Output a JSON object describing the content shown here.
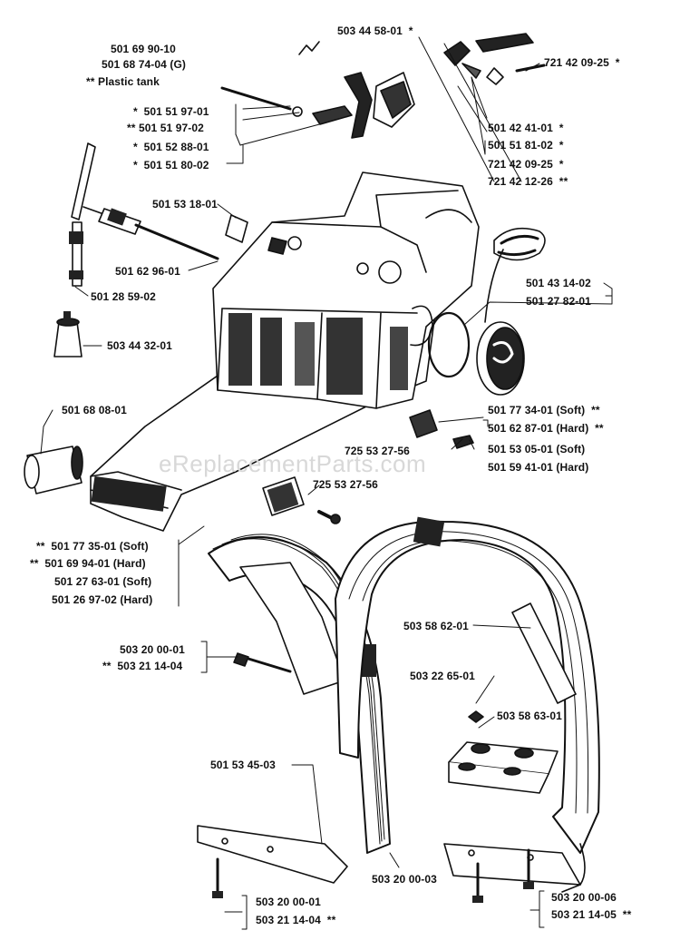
{
  "watermark": "eReplacementParts.com",
  "labels": {
    "l01": "503 44 58-01  *",
    "l02": "501 69 90-10",
    "l03": "501 68 74-04 (G)",
    "l04": "** Plastic tank",
    "l05": "721 42 09-25  *",
    "l06": "*  501 51 97-01",
    "l07": "** 501 51 97-02",
    "l08": "*  501 52 88-01",
    "l09": "*  501 51 80-02",
    "l10": "501 42 41-01  *",
    "l11": "501 51 81-02  *",
    "l12": "721 42 09-25  *",
    "l13": "721 42 12-26  **",
    "l14": "501 53 18-01",
    "l15": "501 62 96-01",
    "l16": "501 28 59-02",
    "l17": "501 43 14-02",
    "l18": "501 27 82-01",
    "l19": "503 44 32-01",
    "l20": "501 68 08-01",
    "l21": "501 77 34-01 (Soft)  **",
    "l22": "501 62 87-01 (Hard)  **",
    "l23": "501 53 05-01 (Soft)",
    "l24": "501 59 41-01 (Hard)",
    "l25": "725 53 27-56",
    "l26": "725 53 27-56",
    "l27": "**  501 77 35-01 (Soft)",
    "l28": "**  501 69 94-01 (Hard)",
    "l29": "501 27 63-01 (Soft)",
    "l30": "501 26 97-02 (Hard)",
    "l31": "503 58 62-01",
    "l32": "503 20 00-01",
    "l33": "**  503 21 14-04",
    "l34": "503 22 65-01",
    "l35": "503 58 63-01",
    "l36": "501 53 45-03",
    "l37": "503 20 00-03",
    "l38": "503 20 00-01",
    "l39": "503 21 14-04  **",
    "l40": "503 20 00-06",
    "l41": "503 21 14-05  **"
  }
}
